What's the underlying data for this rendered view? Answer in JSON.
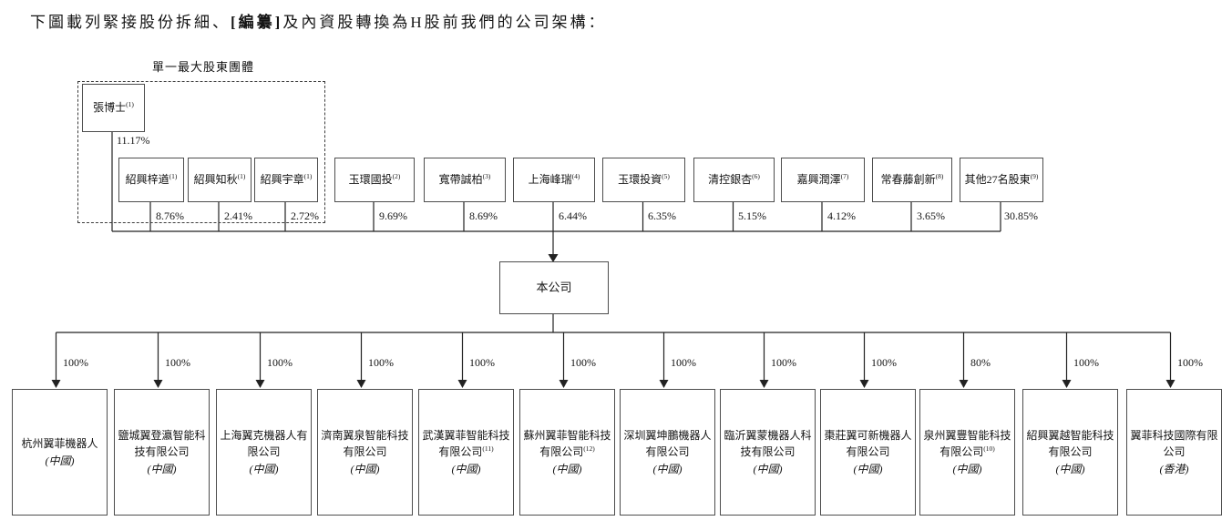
{
  "title": {
    "part1": "下圖載列緊接股份拆細、",
    "bold": "[編纂]",
    "part2": "及內資股轉換為H股前我們的公司架構："
  },
  "group_label": "單一最大股東團體",
  "founder": {
    "name": "張博士",
    "sup": "(1)",
    "pct": "11.17%"
  },
  "shareholders": [
    {
      "name": "紹興梓遒",
      "sup": "(1)",
      "pct": "8.76%"
    },
    {
      "name": "紹興知秋",
      "sup": "(1)",
      "pct": "2.41%"
    },
    {
      "name": "紹興宇章",
      "sup": "(1)",
      "pct": "2.72%"
    },
    {
      "name": "玉環國投",
      "sup": "(2)",
      "pct": "9.69%"
    },
    {
      "name": "寬帶誠柏",
      "sup": "(3)",
      "pct": "8.69%"
    },
    {
      "name": "上海峰瑞",
      "sup": "(4)",
      "pct": "6.44%"
    },
    {
      "name": "玉環投資",
      "sup": "(5)",
      "pct": "6.35%"
    },
    {
      "name": "清控銀杏",
      "sup": "(6)",
      "pct": "5.15%"
    },
    {
      "name": "嘉興潤澤",
      "sup": "(7)",
      "pct": "4.12%"
    },
    {
      "name": "常春藤創新",
      "sup": "(8)",
      "pct": "3.65%"
    },
    {
      "name": "其他27名股東",
      "sup": "(9)",
      "pct": "30.85%"
    }
  ],
  "company": {
    "name": "本公司"
  },
  "subsidiaries": [
    {
      "name": "杭州翼菲機器人",
      "sup": "",
      "origin": "(中國)",
      "pct": "100%"
    },
    {
      "name": "鹽城翼登瀛智能科技有限公司",
      "sup": "",
      "origin": "(中國)",
      "pct": "100%"
    },
    {
      "name": "上海翼克機器人有限公司",
      "sup": "",
      "origin": "(中國)",
      "pct": "100%"
    },
    {
      "name": "濟南翼泉智能科技有限公司",
      "sup": "",
      "origin": "(中國)",
      "pct": "100%"
    },
    {
      "name": "武漢翼菲智能科技有限公司",
      "sup": "(11)",
      "origin": "(中國)",
      "pct": "100%"
    },
    {
      "name": "蘇州翼菲智能科技有限公司",
      "sup": "(12)",
      "origin": "(中國)",
      "pct": "100%"
    },
    {
      "name": "深圳翼坤鵬機器人有限公司",
      "sup": "",
      "origin": "(中國)",
      "pct": "100%"
    },
    {
      "name": "臨沂翼蒙機器人科技有限公司",
      "sup": "",
      "origin": "(中國)",
      "pct": "100%"
    },
    {
      "name": "棗莊翼可新機器人有限公司",
      "sup": "",
      "origin": "(中國)",
      "pct": "100%"
    },
    {
      "name": "泉州翼豐智能科技有限公司",
      "sup": "(10)",
      "origin": "(中國)",
      "pct": "80%"
    },
    {
      "name": "紹興翼越智能科技有限公司",
      "sup": "",
      "origin": "(中國)",
      "pct": "100%"
    },
    {
      "name": "翼菲科技國際有限公司",
      "sup": "",
      "origin": "(香港)",
      "pct": "100%"
    }
  ],
  "colors": {
    "line": "#222222",
    "box_border": "#4d4d4d",
    "text": "#141414",
    "background": "#ffffff"
  }
}
